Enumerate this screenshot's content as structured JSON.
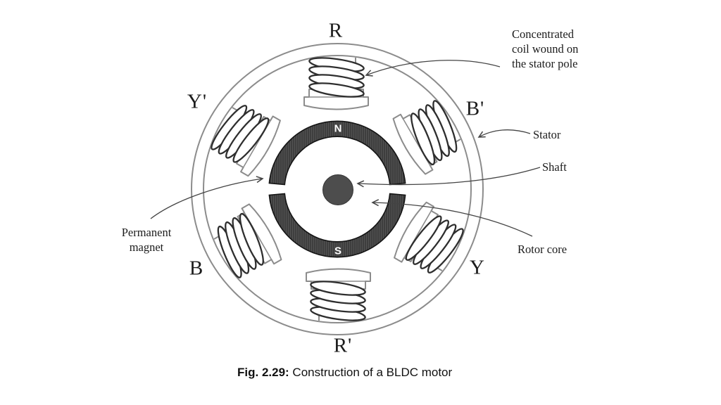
{
  "figure": {
    "caption_prefix": "Fig. 2.29:",
    "caption_text": " Construction of a BLDC motor"
  },
  "motor": {
    "phases": {
      "top": "R",
      "upper_right": "B'",
      "lower_right": "Y",
      "bottom": "R'",
      "lower_left": "B",
      "upper_left": "Y'"
    },
    "magnet": {
      "north": "N",
      "south": "S"
    }
  },
  "annotations": {
    "coil": "Concentrated\ncoil wound on\nthe stator pole",
    "stator": "Stator",
    "shaft": "Shaft",
    "rotor_core": "Rotor core",
    "permanent_magnet": "Permanent\nmagnet"
  },
  "colors": {
    "background": "#ffffff",
    "line": "#8c8c8c",
    "coil": "#2e2e2e",
    "magnet": "#3e3e3e",
    "magnet-outline": "#141414",
    "shaft": "#4d4d4d",
    "leader": "#444444",
    "text": "#1c1c1c",
    "pole-text": "#ffffff"
  }
}
